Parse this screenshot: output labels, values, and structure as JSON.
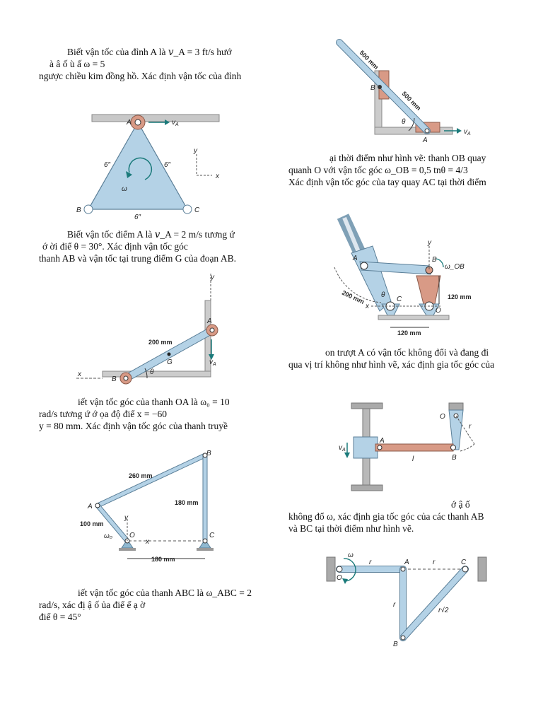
{
  "problems": [
    {
      "lines": [
        "Biết vận tốc của đỉnh A là 𝑣_A = 3 ft/s hướ",
        "à      â      ố              ù      ấ          ω = 5",
        "ngược chiều kim đồng hồ. Xác định vận tốc của đỉnh"
      ],
      "figure": {
        "A": "A",
        "B": "B",
        "C": "C",
        "vA": "v",
        "vA_sub": "A",
        "side_left": "6″",
        "side_right": "6″",
        "side_bottom": "6″",
        "omega": "ω",
        "axis_x": "x",
        "axis_y": "y"
      }
    },
    {
      "lines": [
        "Biết vận tốc điểm A là 𝑣_A = 2 m/s tương ứ",
        "ớ      ời điể              θ = 30°. Xác định vận tốc góc",
        "thanh AB và vận tốc tại trung điểm G của đoạn AB."
      ],
      "figure": {
        "A": "A",
        "B": "B",
        "G": "G",
        "theta": "θ",
        "length": "200 mm",
        "vA": "v",
        "vA_sub": "A",
        "axis_x": "x",
        "axis_y": "y"
      }
    },
    {
      "lines": [
        "iết vận tốc góc của thanh OA là ω₀ = 10",
        "rad/s tương ứ        ớ    ọa độ điể            x = −60",
        "y = 80 mm. Xác định vận tốc góc của thanh truyề"
      ],
      "figure": {
        "A": "A",
        "B": "B",
        "C": "C",
        "O": "O",
        "AB": "260 mm",
        "BC": "180 mm",
        "OA": "100 mm",
        "OC": "180 mm",
        "omega0": "ω₀",
        "axis_x": "x",
        "axis_y": "y"
      }
    },
    {
      "lines": [
        "iết vận tốc góc của thanh ABC là ω_ABC = 2",
        "rad/s, xác đị      ậ    ố      ủa điể                ể    ạ    ờ",
        "điể                θ = 45°"
      ]
    },
    {
      "lines": [
        "ại thời điểm như hình vẽ: thanh OB quay",
        "quanh O với vận tốc góc ω_OB = 0,5          tnθ = 4/3",
        "Xác định vận tốc góc của tay quay AC tại thời điểm"
      ],
      "figure": {
        "A": "A",
        "B": "B",
        "theta": "θ",
        "top": "500 mm",
        "bottom": "500 mm",
        "vA": "v",
        "vA_sub": "A"
      }
    },
    {
      "lines": [
        "on trượt A có vận tốc không đổi và đang đi",
        "qua vị trí không như hình vẽ, xác định gia tốc góc của"
      ],
      "figure": {
        "A": "A",
        "B": "B",
        "C": "C",
        "O": "O",
        "theta": "θ",
        "omegaOB": "ω_OB",
        "r1": "200 mm",
        "r2": "120 mm",
        "base": "120 mm",
        "axis_x": "x",
        "axis_y": "y"
      }
    },
    {
      "lines": [
        "ớ    ậ      ố",
        "không đổ  ω, xác định gia tốc góc của các thanh AB",
        "và BC tại thời điểm như hình vẽ."
      ],
      "figure": {
        "A": "A",
        "B": "B",
        "O": "O",
        "vA": "v",
        "vA_sub": "A",
        "l": "l",
        "r": "r"
      }
    }
  ],
  "figure8": {
    "O": "O",
    "A": "A",
    "B": "B",
    "C": "C",
    "r1": "r",
    "r2": "r",
    "r3": "r",
    "r_sqrt2": "r√2",
    "omega": "ω"
  },
  "colors": {
    "bar": "#b4d2e6",
    "bar_edge": "#5b7f98",
    "bracket": "#d89a86",
    "wall": "#aaaaaa",
    "pin": "#ffffff"
  }
}
